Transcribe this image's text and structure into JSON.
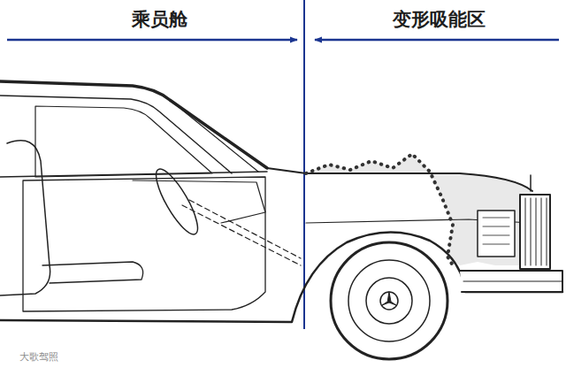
{
  "diagram": {
    "labels": [
      "乘员舱",
      "变形吸能区",
      "大歌驾照"
    ]
  }
}
